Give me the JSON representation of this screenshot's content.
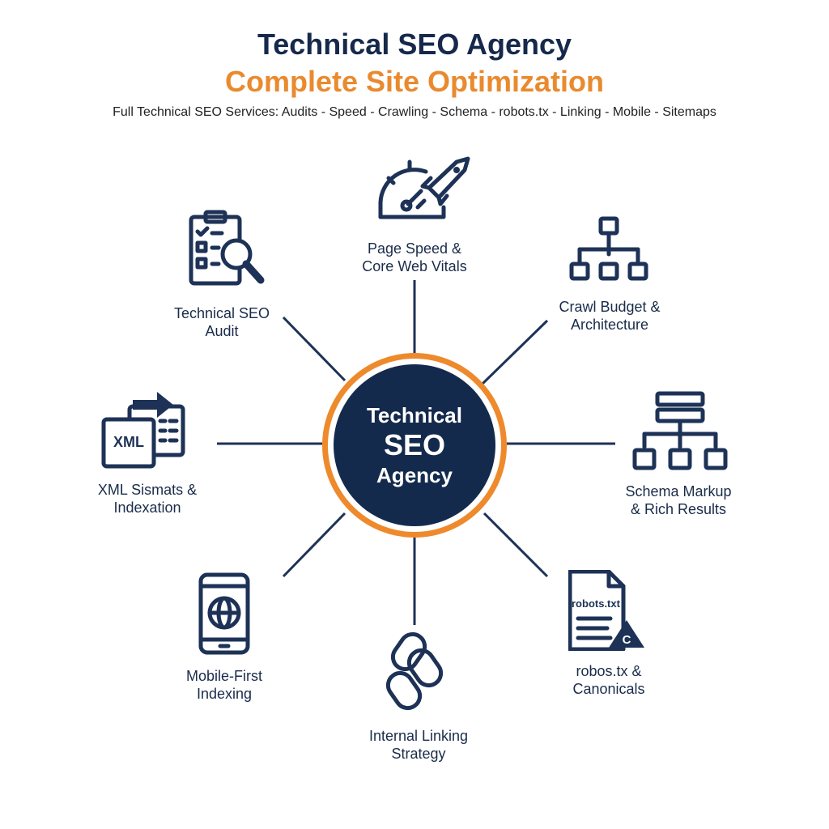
{
  "header": {
    "title_line1": "Technical SEO Agency",
    "title_line2": "Complete Site Optimization",
    "subtitle": "Full Technical SEO Services: Audits - Speed - Crawling - Schema - robots.tx - Linking - Mobile - Sitemaps"
  },
  "hub": {
    "line1": "Technical",
    "line2": "SEO",
    "line3": "Agency"
  },
  "nodes": {
    "speed": {
      "line1": "Page Speed &",
      "line2": "Core Web Vitals",
      "icon": "speedometer-rocket-icon"
    },
    "crawl": {
      "line1": "Crawl Budget &",
      "line2": "Architecture",
      "icon": "site-tree-icon"
    },
    "schema": {
      "line1": "Schema Markup",
      "line2": "& Rich Results",
      "icon": "hierarchy-icon"
    },
    "robots": {
      "line1": "robos.tx &",
      "line2": "Canonicals",
      "icon_text": "robots.txt",
      "badge": "C",
      "icon": "document-icon"
    },
    "linking": {
      "line1": "Internal Linking",
      "line2": "Strategy",
      "icon": "chain-link-icon"
    },
    "mobile": {
      "line1": "Mobile-First",
      "line2": "Indexing",
      "icon": "smartphone-globe-icon"
    },
    "sitemaps": {
      "line1": "XML Sismats &",
      "line2": "Indexation",
      "icon_text": "XML",
      "icon": "xml-files-icon"
    },
    "audit": {
      "line1": "Technical SEO",
      "line2": "Audit",
      "icon": "clipboard-magnifier-icon"
    }
  },
  "colors": {
    "navy": "#142a4d",
    "orange": "#ee8a2c",
    "text": "#1a2c4a"
  }
}
